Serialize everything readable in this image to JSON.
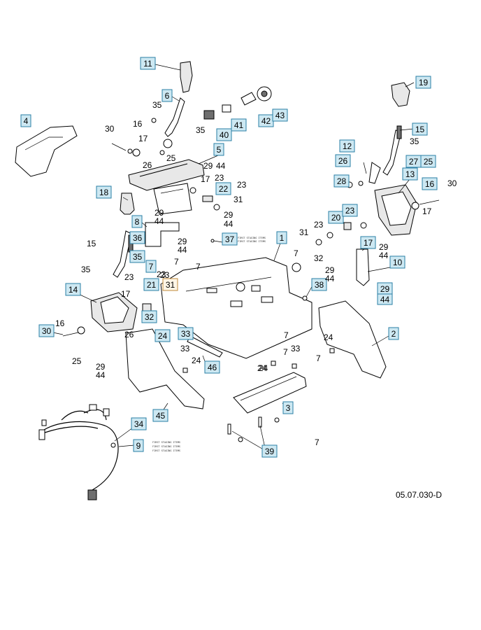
{
  "diagram": {
    "reference_code": "05.07.030-D",
    "fine_print_note": "FIRST STAGING ITEMS",
    "boxed_callouts": [
      "11",
      "6",
      "4",
      "40",
      "41",
      "42",
      "43",
      "5",
      "22",
      "18",
      "8",
      "37",
      "36",
      "7",
      "21",
      "31",
      "14",
      "32",
      "24",
      "30",
      "33",
      "46",
      "45",
      "34",
      "9",
      "1",
      "38",
      "2",
      "3",
      "39",
      "12",
      "26",
      "28",
      "19",
      "15",
      "25",
      "27",
      "13",
      "16",
      "20",
      "23",
      "17",
      "10",
      "29",
      "44",
      "35"
    ],
    "plain_callouts": [
      "35",
      "30",
      "16",
      "17",
      "26",
      "35",
      "25",
      "29",
      "44",
      "23",
      "17",
      "23",
      "31",
      "29",
      "44",
      "44",
      "29",
      "29",
      "44",
      "15",
      "35",
      "23",
      "17",
      "7",
      "23",
      "7",
      "26",
      "16",
      "25",
      "29",
      "44",
      "33",
      "24",
      "24",
      "7",
      "33",
      "7",
      "24",
      "7",
      "7",
      "31",
      "23",
      "32",
      "29",
      "44",
      "29",
      "44",
      "17",
      "30",
      "35",
      "7",
      "24",
      "23"
    ]
  }
}
